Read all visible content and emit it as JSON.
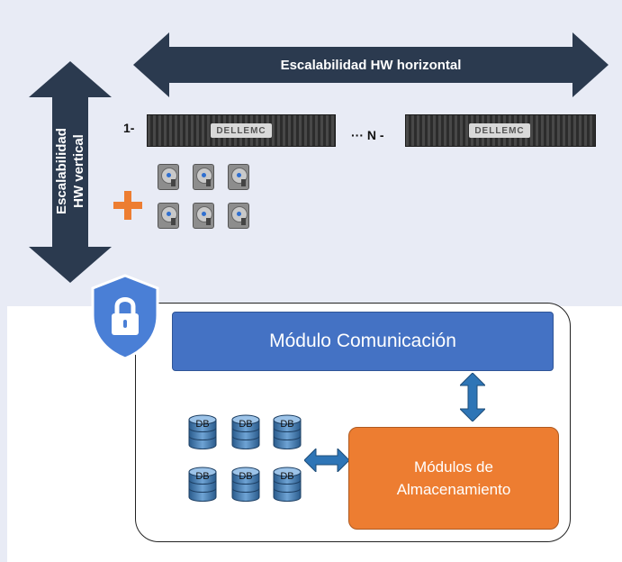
{
  "scalability": {
    "horizontal_label": "Escalabilidad HW horizontal",
    "vertical_label_line1": "Escalabilidad",
    "vertical_label_line2": "HW vertical"
  },
  "servers": {
    "first_index": "1-",
    "separator": "··· N -",
    "brand": "DELLEMC"
  },
  "disks": {
    "count": 6,
    "icon": "hard-disk-icon"
  },
  "plus_icon": "plus-icon",
  "security": {
    "icon": "shield-lock-icon"
  },
  "modules": {
    "communication": "Módulo Comunicación",
    "storage_line1": "Módulos de",
    "storage_line2": "Almacenamiento"
  },
  "databases": {
    "label": "DB",
    "count": 6,
    "icon": "database-icon"
  },
  "colors": {
    "arrow": "#2b3a4f",
    "communication": "#4472c4",
    "storage": "#ed7d31",
    "connector": "#2e75b6",
    "shield": "#4a7fd6",
    "plus": "#ed7d31"
  }
}
